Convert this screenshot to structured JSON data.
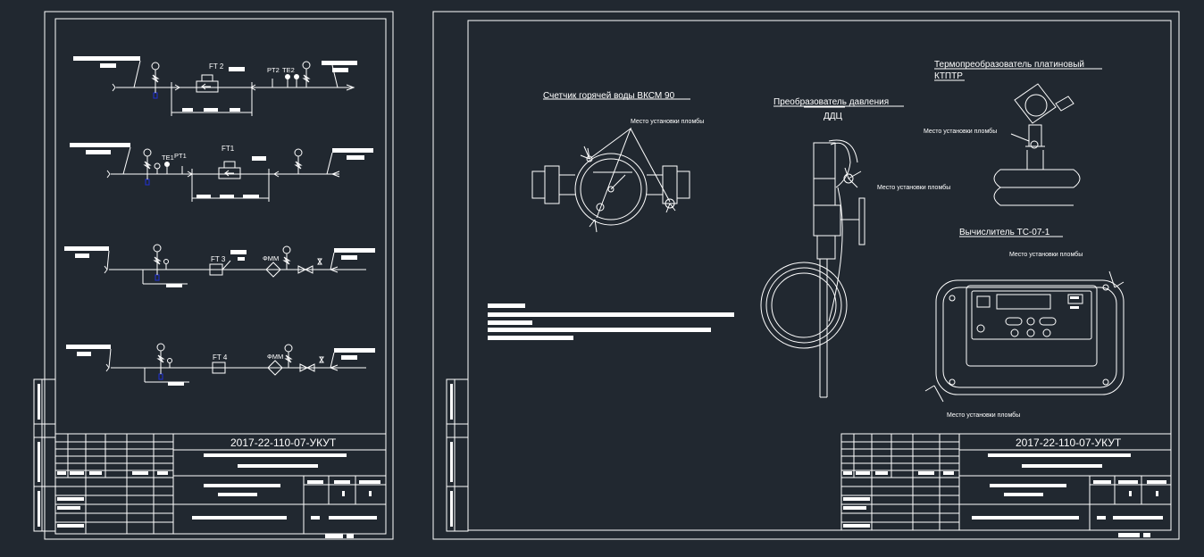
{
  "colors": {
    "background": "#212830",
    "line": "#ffffff",
    "accent": "#1f2fd6"
  },
  "sheet_left": {
    "scheme_labels": {
      "ft2": "FT 2",
      "pt2": "PT2",
      "te2": "TE2",
      "ft1": "FT1",
      "te1": "TE1",
      "pt1": "PT1",
      "ft3": "FT 3",
      "fmm_1": "ФММ",
      "ft4": "FT 4",
      "fmm_2": "ФММ"
    },
    "title_block": {
      "doc_code": "2017-22-110-07-УКУТ"
    }
  },
  "sheet_right": {
    "headings": {
      "meter": "Счетчик горячей воды ВКСМ 90",
      "pressure_line1": "Преобразователь давления",
      "pressure_line2": "ДДЦ",
      "thermo_line1": "Термопреобразователь платиновый",
      "thermo_line2": "КТПТР",
      "calc": "Вычислитель ТС-07-1"
    },
    "seal_labels": {
      "meter": "Место установки пломбы",
      "pressure": "Место установки пломбы",
      "thermo": "Место установки пломбы",
      "calc_top": "Место установки пломбы",
      "calc_bottom": "Место установки пломбы"
    },
    "title_block": {
      "doc_code": "2017-22-110-07-УКУТ"
    }
  }
}
